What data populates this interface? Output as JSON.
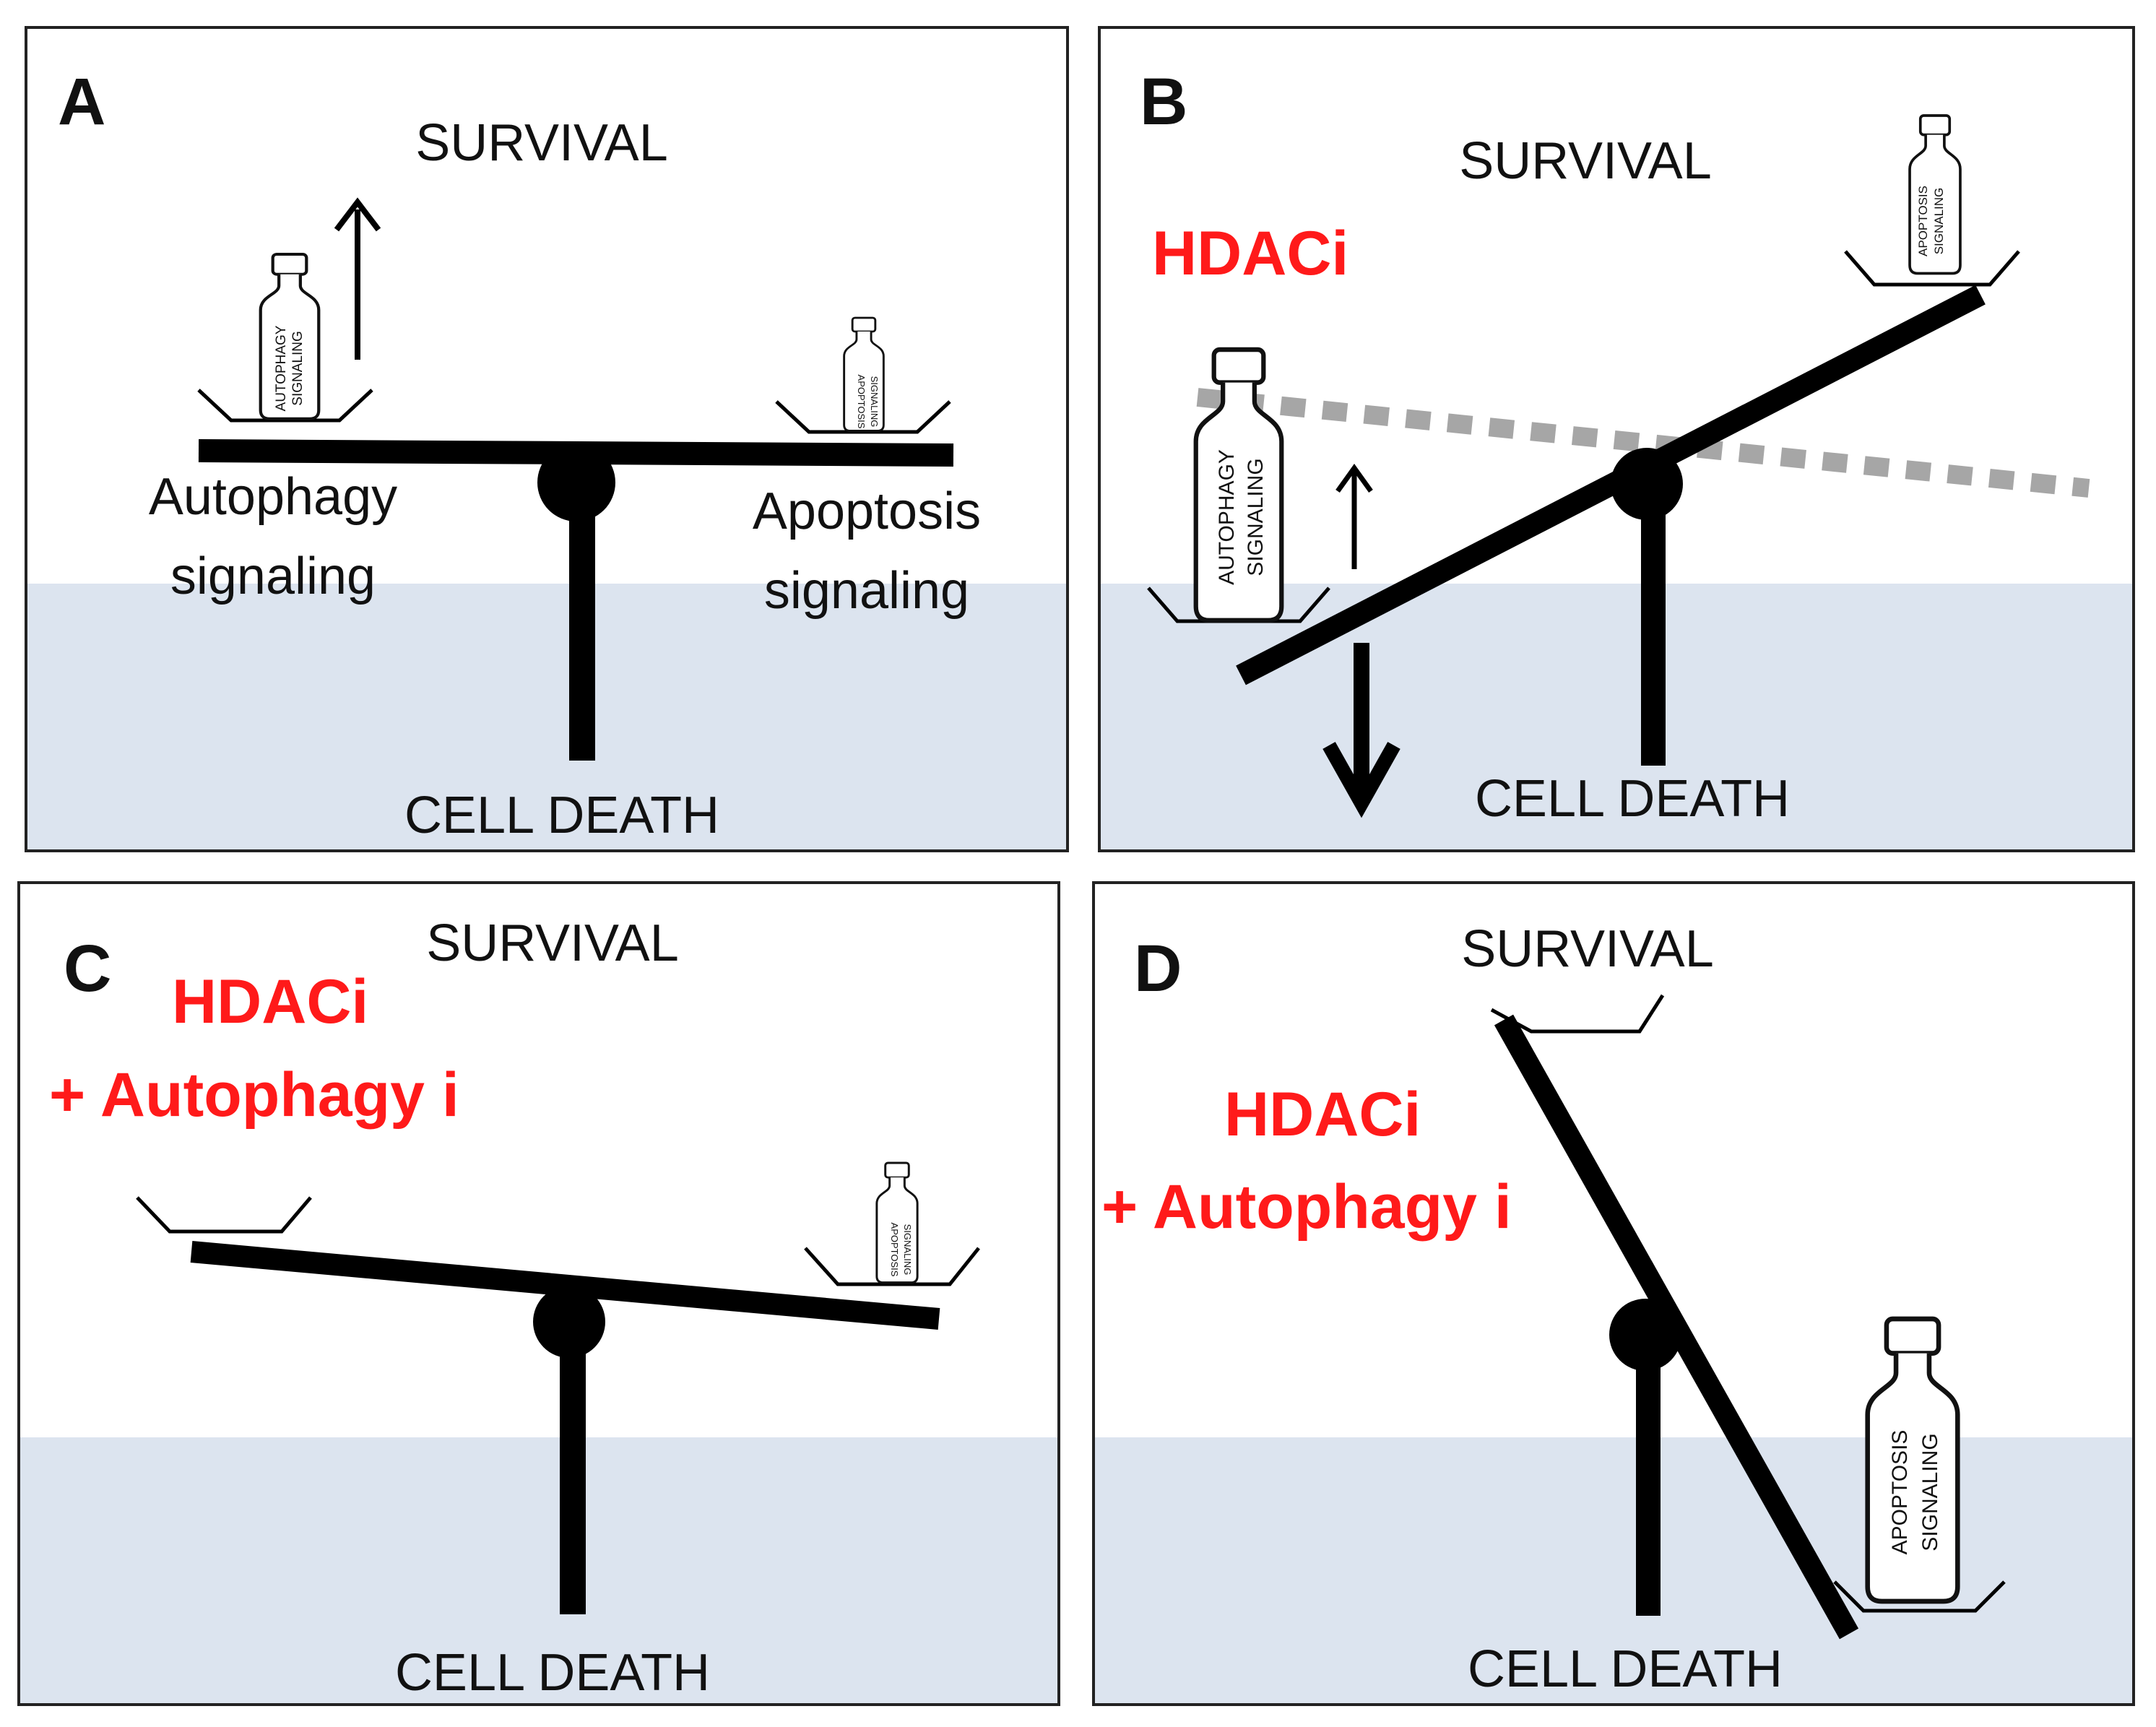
{
  "colors": {
    "death_zone": "#dce4ef",
    "beam": "#000000",
    "dashed_beam": "#a6a6a6",
    "accent_red": "#ff1a1a",
    "frame": "#222222"
  },
  "panels": {
    "A": {
      "letter": "A",
      "survival": "SURVIVAL",
      "cell_death": "CELL DEATH",
      "left_label_1": "Autophagy",
      "left_label_2": "signaling",
      "right_label_1": "Apoptosis",
      "right_label_2": "signaling",
      "left_vial_1": "AUTOPHAGY",
      "left_vial_2": "SIGNALING",
      "right_vial_1": "APOPTOSIS",
      "right_vial_2": "SIGNALING"
    },
    "B": {
      "letter": "B",
      "survival": "SURVIVAL",
      "cell_death": "CELL DEATH",
      "treatment": "HDACi",
      "left_vial_1": "AUTOPHAGY",
      "left_vial_2": "SIGNALING",
      "right_vial_1": "APOPTOSIS",
      "right_vial_2": "SIGNALING"
    },
    "C": {
      "letter": "C",
      "survival": "SURVIVAL",
      "cell_death": "CELL DEATH",
      "treatment_1": "HDACi",
      "treatment_2": "+ Autophagy i",
      "right_vial_1": "APOPTOSIS",
      "right_vial_2": "SIGNALING"
    },
    "D": {
      "letter": "D",
      "survival": "SURVIVAL",
      "cell_death": "CELL DEATH",
      "treatment_1": "HDACi",
      "treatment_2": "+ Autophagy i",
      "right_vial_1": "APOPTOSIS",
      "right_vial_2": "SIGNALING"
    }
  }
}
